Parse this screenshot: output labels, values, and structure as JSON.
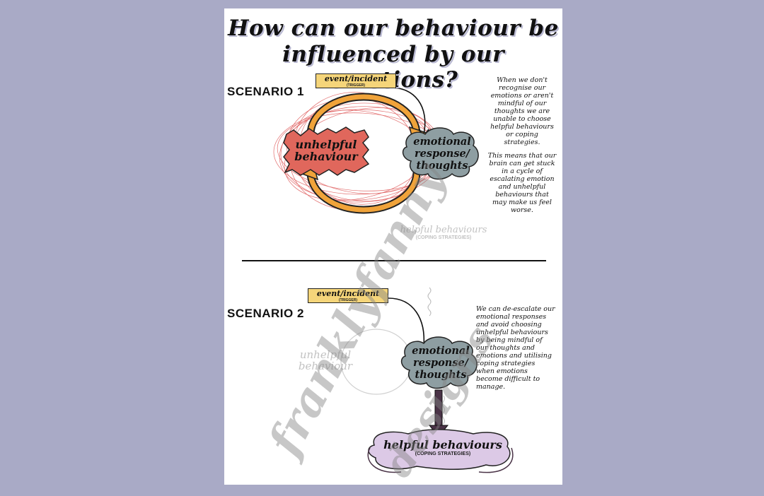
{
  "title": {
    "line1": "How can our behaviour be",
    "line2": "influenced by our emotions?"
  },
  "scenario1": {
    "label": "SCENARIO 1",
    "trigger_main": "event/incident",
    "trigger_sub": "(TRIGGER)",
    "unhelpful_line1": "unhelpful",
    "unhelpful_line2": "behaviour",
    "emotional_line1": "emotional",
    "emotional_line2": "response/",
    "emotional_line3": "thoughts",
    "faint_main": "helpful behaviours",
    "faint_sub": "(COPING STRATEGIES)",
    "note_p1": "When we don't recognise our emotions or aren't mindful of our thoughts we are unable to choose helpful behaviours or coping strategies.",
    "note_p2": "This means that our brain can get stuck in a cycle of escalating emotion and unhelpful behaviours that may make us feel worse."
  },
  "scenario2": {
    "label": "SCENARIO 2",
    "trigger_main": "event/incident",
    "trigger_sub": "(TRIGGER)",
    "faint_line1": "unhelpful",
    "faint_line2": "behaviour",
    "emotional_line1": "emotional",
    "emotional_line2": "response/",
    "emotional_line3": "thoughts",
    "helpful_main": "helpful behaviours",
    "helpful_sub": "(COPING STRATEGIES)",
    "note": "We can de-escalate our emotional responses and avoid choosing unhelpful behaviours by being mindful of our thoughts and emotions and utilising coping strategies when emotions become difficult to manage."
  },
  "watermark": "franklyfanny designs",
  "colors": {
    "background": "#a9aac6",
    "trigger": "#f5d57a",
    "unhelpful": "#e0675c",
    "emotional": "#8e9ea2",
    "arrow_orange": "#f0a33a",
    "helpful": "#dcc9e6",
    "scribble": "#d83a3a"
  }
}
